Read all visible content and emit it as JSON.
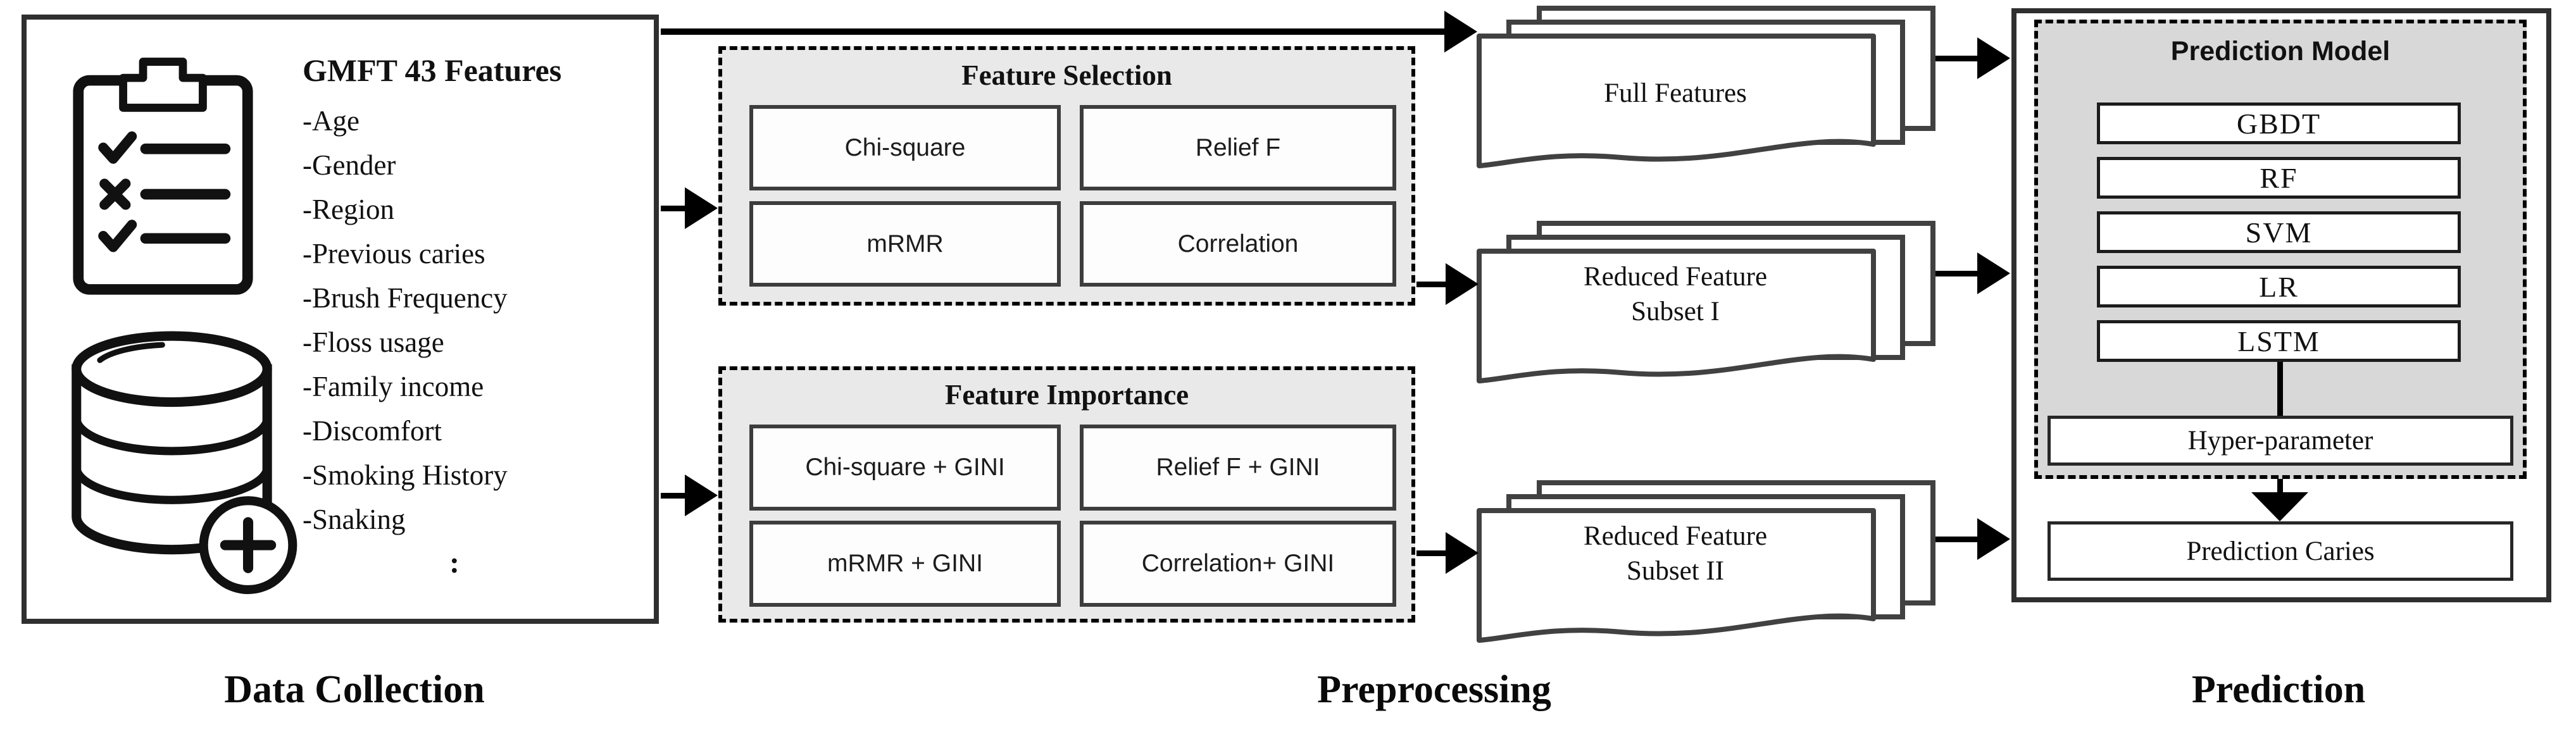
{
  "colors": {
    "panel_gray": "#e9e9e9",
    "model_panel_gray": "#d8d8d8",
    "border_dark": "#3d3d3d",
    "line_black": "#000000",
    "background": "#ffffff"
  },
  "data_collection": {
    "section_label": "Data Collection",
    "features_title": "GMFT 43 Features",
    "features": [
      "-Age",
      "-Gender",
      "-Region",
      "-Previous caries",
      "-Brush Frequency",
      "-Floss usage",
      "-Family income",
      "-Discomfort",
      "-Smoking History",
      "-Snaking"
    ],
    "ellipsis": ":",
    "icons": [
      "clipboard-checklist-icon",
      "database-add-icon"
    ]
  },
  "preprocessing": {
    "section_label": "Preprocessing",
    "feature_selection": {
      "title": "Feature Selection",
      "methods": [
        "Chi-square",
        "Relief F",
        "mRMR",
        "Correlation"
      ]
    },
    "feature_importance": {
      "title": "Feature Importance",
      "methods": [
        "Chi-square + GINI",
        "Relief F + GINI",
        "mRMR + GINI",
        "Correlation+ GINI"
      ]
    }
  },
  "datasets": {
    "full_features": {
      "lines": [
        "Full Features"
      ]
    },
    "reduced_subset_1": {
      "lines": [
        "Reduced Feature",
        "Subset I"
      ]
    },
    "reduced_subset_2": {
      "lines": [
        "Reduced Feature",
        "Subset II"
      ]
    }
  },
  "prediction": {
    "section_label": "Prediction",
    "model_panel_title": "Prediction Model",
    "models": [
      "GBDT",
      "RF",
      "SVM",
      "LR",
      "LSTM"
    ],
    "hyperparameter_label": "Hyper-parameter",
    "output_label": "Prediction Caries"
  }
}
